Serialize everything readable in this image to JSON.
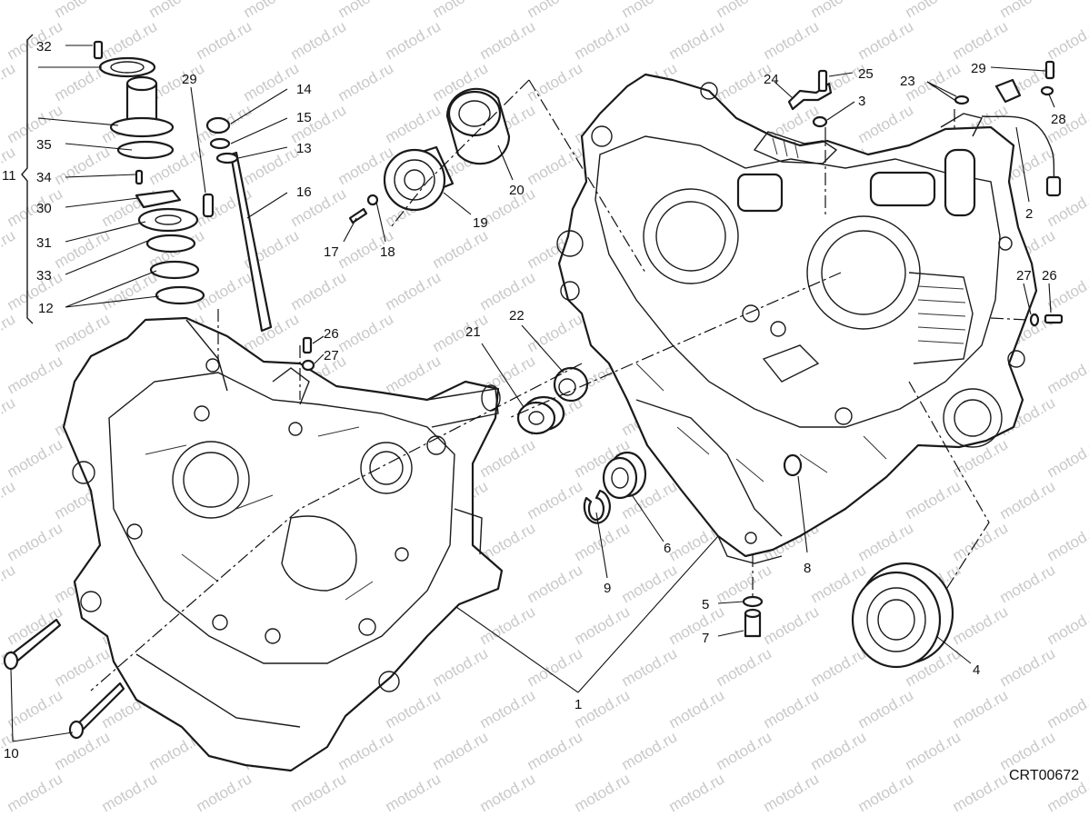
{
  "drawing_code": "CRT00672",
  "watermark": "motod.ru",
  "callouts": [
    "1",
    "2",
    "3",
    "4",
    "5",
    "6",
    "7",
    "8",
    "9",
    "10",
    "11",
    "12",
    "13",
    "14",
    "15",
    "16",
    "17",
    "18",
    "19",
    "20",
    "21",
    "22",
    "23",
    "24",
    "25",
    "26",
    "27",
    "28",
    "29",
    "30",
    "31",
    "32",
    "33",
    "34",
    "35"
  ],
  "colors": {
    "line": "#1a1a1a",
    "background": "#ffffff",
    "watermark": "#c9c9c9"
  }
}
